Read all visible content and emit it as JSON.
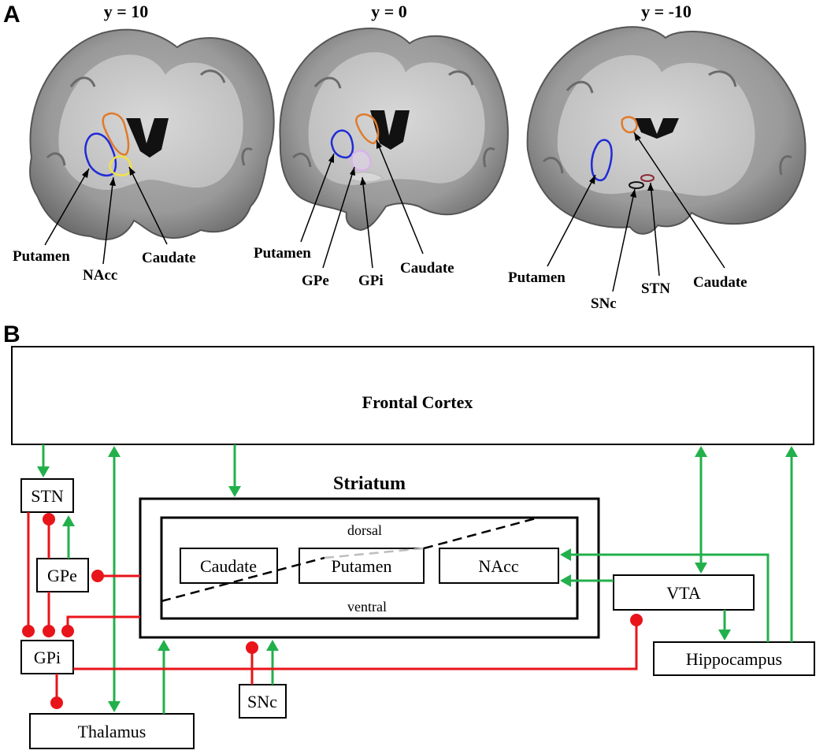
{
  "panels": {
    "a": "A",
    "b": "B"
  },
  "panel_a": {
    "slices": [
      {
        "title": "y = 10",
        "labels": {
          "putamen": "Putamen",
          "nacc": "NAcc",
          "caudate": "Caudate"
        }
      },
      {
        "title": "y = 0",
        "labels": {
          "putamen": "Putamen",
          "gpe": "GPe",
          "gpi": "GPi",
          "caudate": "Caudate"
        }
      },
      {
        "title": "y = -10",
        "labels": {
          "putamen": "Putamen",
          "snc": "SNc",
          "stn": "STN",
          "caudate": "Caudate"
        }
      }
    ],
    "colors": {
      "putamen": "#1f2bd6",
      "caudate": "#e07a2a",
      "nacc": "#f2e24a",
      "gpe": "#d7b4e8",
      "gpi": "#d7b4e8",
      "snc": "#111111",
      "stn": "#8a2a35"
    }
  },
  "panel_b": {
    "frontal_cortex": "Frontal Cortex",
    "striatum": {
      "title": "Striatum",
      "dorsal": "dorsal",
      "ventral": "ventral",
      "caudate": "Caudate",
      "putamen": "Putamen",
      "nacc": "NAcc"
    },
    "nodes": {
      "stn": "STN",
      "gpe": "GPe",
      "gpi": "GPi",
      "thalamus": "Thalamus",
      "snc": "SNc",
      "vta": "VTA",
      "hippocampus": "Hippocampus"
    },
    "colors": {
      "excitatory": "#22b04b",
      "inhibitory": "#e8141a"
    }
  }
}
